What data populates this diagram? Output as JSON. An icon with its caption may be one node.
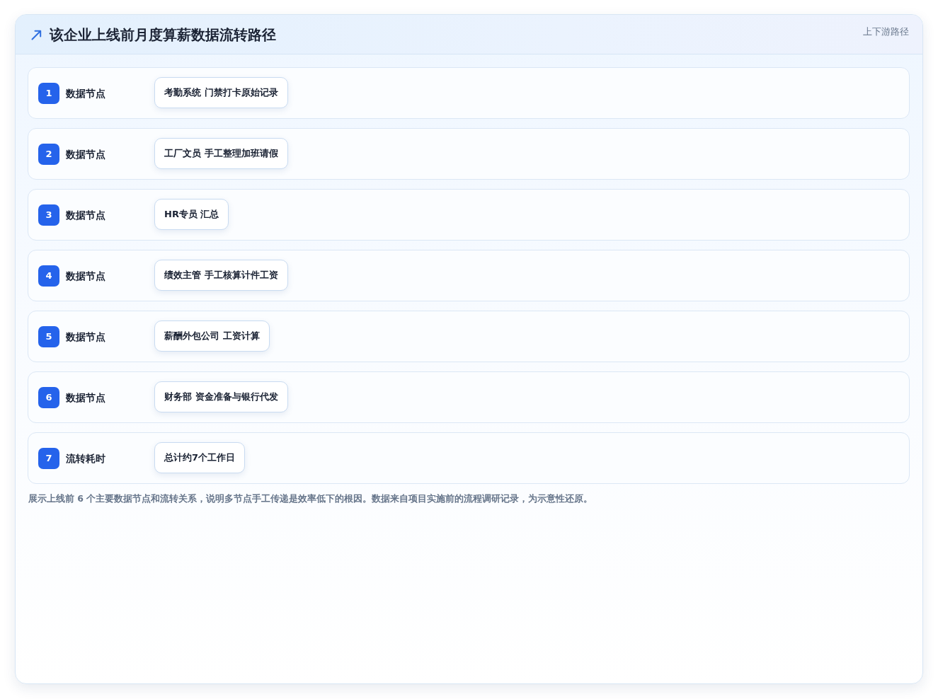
{
  "diagram": {
    "title": "该企业上线前月度算薪数据流转路径",
    "caption": "展示上线前 6 个主要数据节点和流转关系，说明多节点手工传递是效率低下的根因。数据来自项目实施前的流程调研记录，为示意性还原。",
    "nodes": [
      {
        "text": [
          "数据节点"
        ]
      },
      {
        "text": [
          "1"
        ],
        "in": 0
      },
      {
        "text": [
          "考勤系统 门禁打卡原始记录"
        ],
        "in": 0
      },
      {
        "text": [
          "数据节点"
        ]
      },
      {
        "text": [
          "2"
        ],
        "in": 3
      },
      {
        "text": [
          "工厂文员 手工整理加班请假"
        ],
        "in": 3
      },
      {
        "text": [
          "数据节点"
        ]
      },
      {
        "text": [
          "3"
        ],
        "in": 6
      },
      {
        "text": [
          "HR专员 汇总"
        ],
        "in": 6
      },
      {
        "text": [
          "数据节点"
        ]
      },
      {
        "text": [
          "4"
        ],
        "in": 9
      },
      {
        "text": [
          "绩效主管 手工核算计件工资"
        ],
        "in": 9
      },
      {
        "text": [
          "数据节点"
        ]
      },
      {
        "text": [
          "5"
        ],
        "in": 12
      },
      {
        "text": [
          "薪酬外包公司 工资计算"
        ],
        "in": 12
      },
      {
        "text": [
          "数据节点"
        ]
      },
      {
        "text": [
          "6"
        ],
        "in": 15
      },
      {
        "text": [
          "财务部 资金准备与银行代发"
        ],
        "in": 15
      },
      {
        "text": [
          "流转耗时"
        ]
      },
      {
        "text": [
          "7"
        ],
        "in": 18
      },
      {
        "text": [
          "总计约7个工作日"
        ],
        "in": 18
      }
    ],
    "labels": [
      "上下游路径"
    ]
  }
}
